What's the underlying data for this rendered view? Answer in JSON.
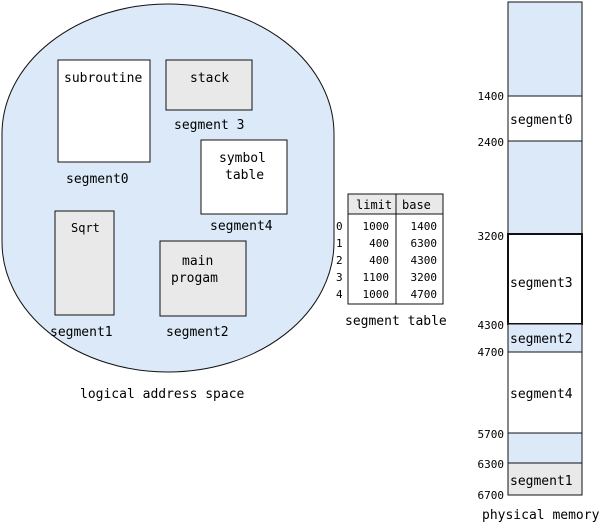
{
  "logical": {
    "caption": "logical address space",
    "segments": [
      {
        "box_text": [
          "subroutine"
        ],
        "label": "segment0"
      },
      {
        "box_text": [
          "stack"
        ],
        "label": "segment 3"
      },
      {
        "box_text": [
          "symbol",
          "table"
        ],
        "label": "segment4"
      },
      {
        "box_text": [
          "Sqrt"
        ],
        "label": "segment1"
      },
      {
        "box_text": [
          "main",
          "progam"
        ],
        "label": "segment2"
      }
    ]
  },
  "segment_table": {
    "caption": "segment table",
    "headers": [
      "limit",
      "base"
    ],
    "rows": [
      {
        "index": "0",
        "limit": "1000",
        "base": "1400"
      },
      {
        "index": "1",
        "limit": "400",
        "base": "6300"
      },
      {
        "index": "2",
        "limit": "400",
        "base": "4300"
      },
      {
        "index": "3",
        "limit": "1100",
        "base": "3200"
      },
      {
        "index": "4",
        "limit": "1000",
        "base": "4700"
      }
    ]
  },
  "physical": {
    "caption": "physical memory",
    "addresses": [
      "1400",
      "2400",
      "3200",
      "4300",
      "4700",
      "5700",
      "6300",
      "6700"
    ],
    "regions": [
      {
        "label": "",
        "kind": "free"
      },
      {
        "label": "segment0",
        "kind": "segment"
      },
      {
        "label": "",
        "kind": "free"
      },
      {
        "label": "segment3",
        "kind": "segment-bold"
      },
      {
        "label": "segment2",
        "kind": "free"
      },
      {
        "label": "segment4",
        "kind": "segment"
      },
      {
        "label": "",
        "kind": "free"
      },
      {
        "label": "segment1",
        "kind": "gray"
      }
    ]
  },
  "colors": {
    "free": "#dce9f8",
    "gray": "#e9e9e9",
    "white": "#ffffff",
    "stroke": "#111111"
  }
}
